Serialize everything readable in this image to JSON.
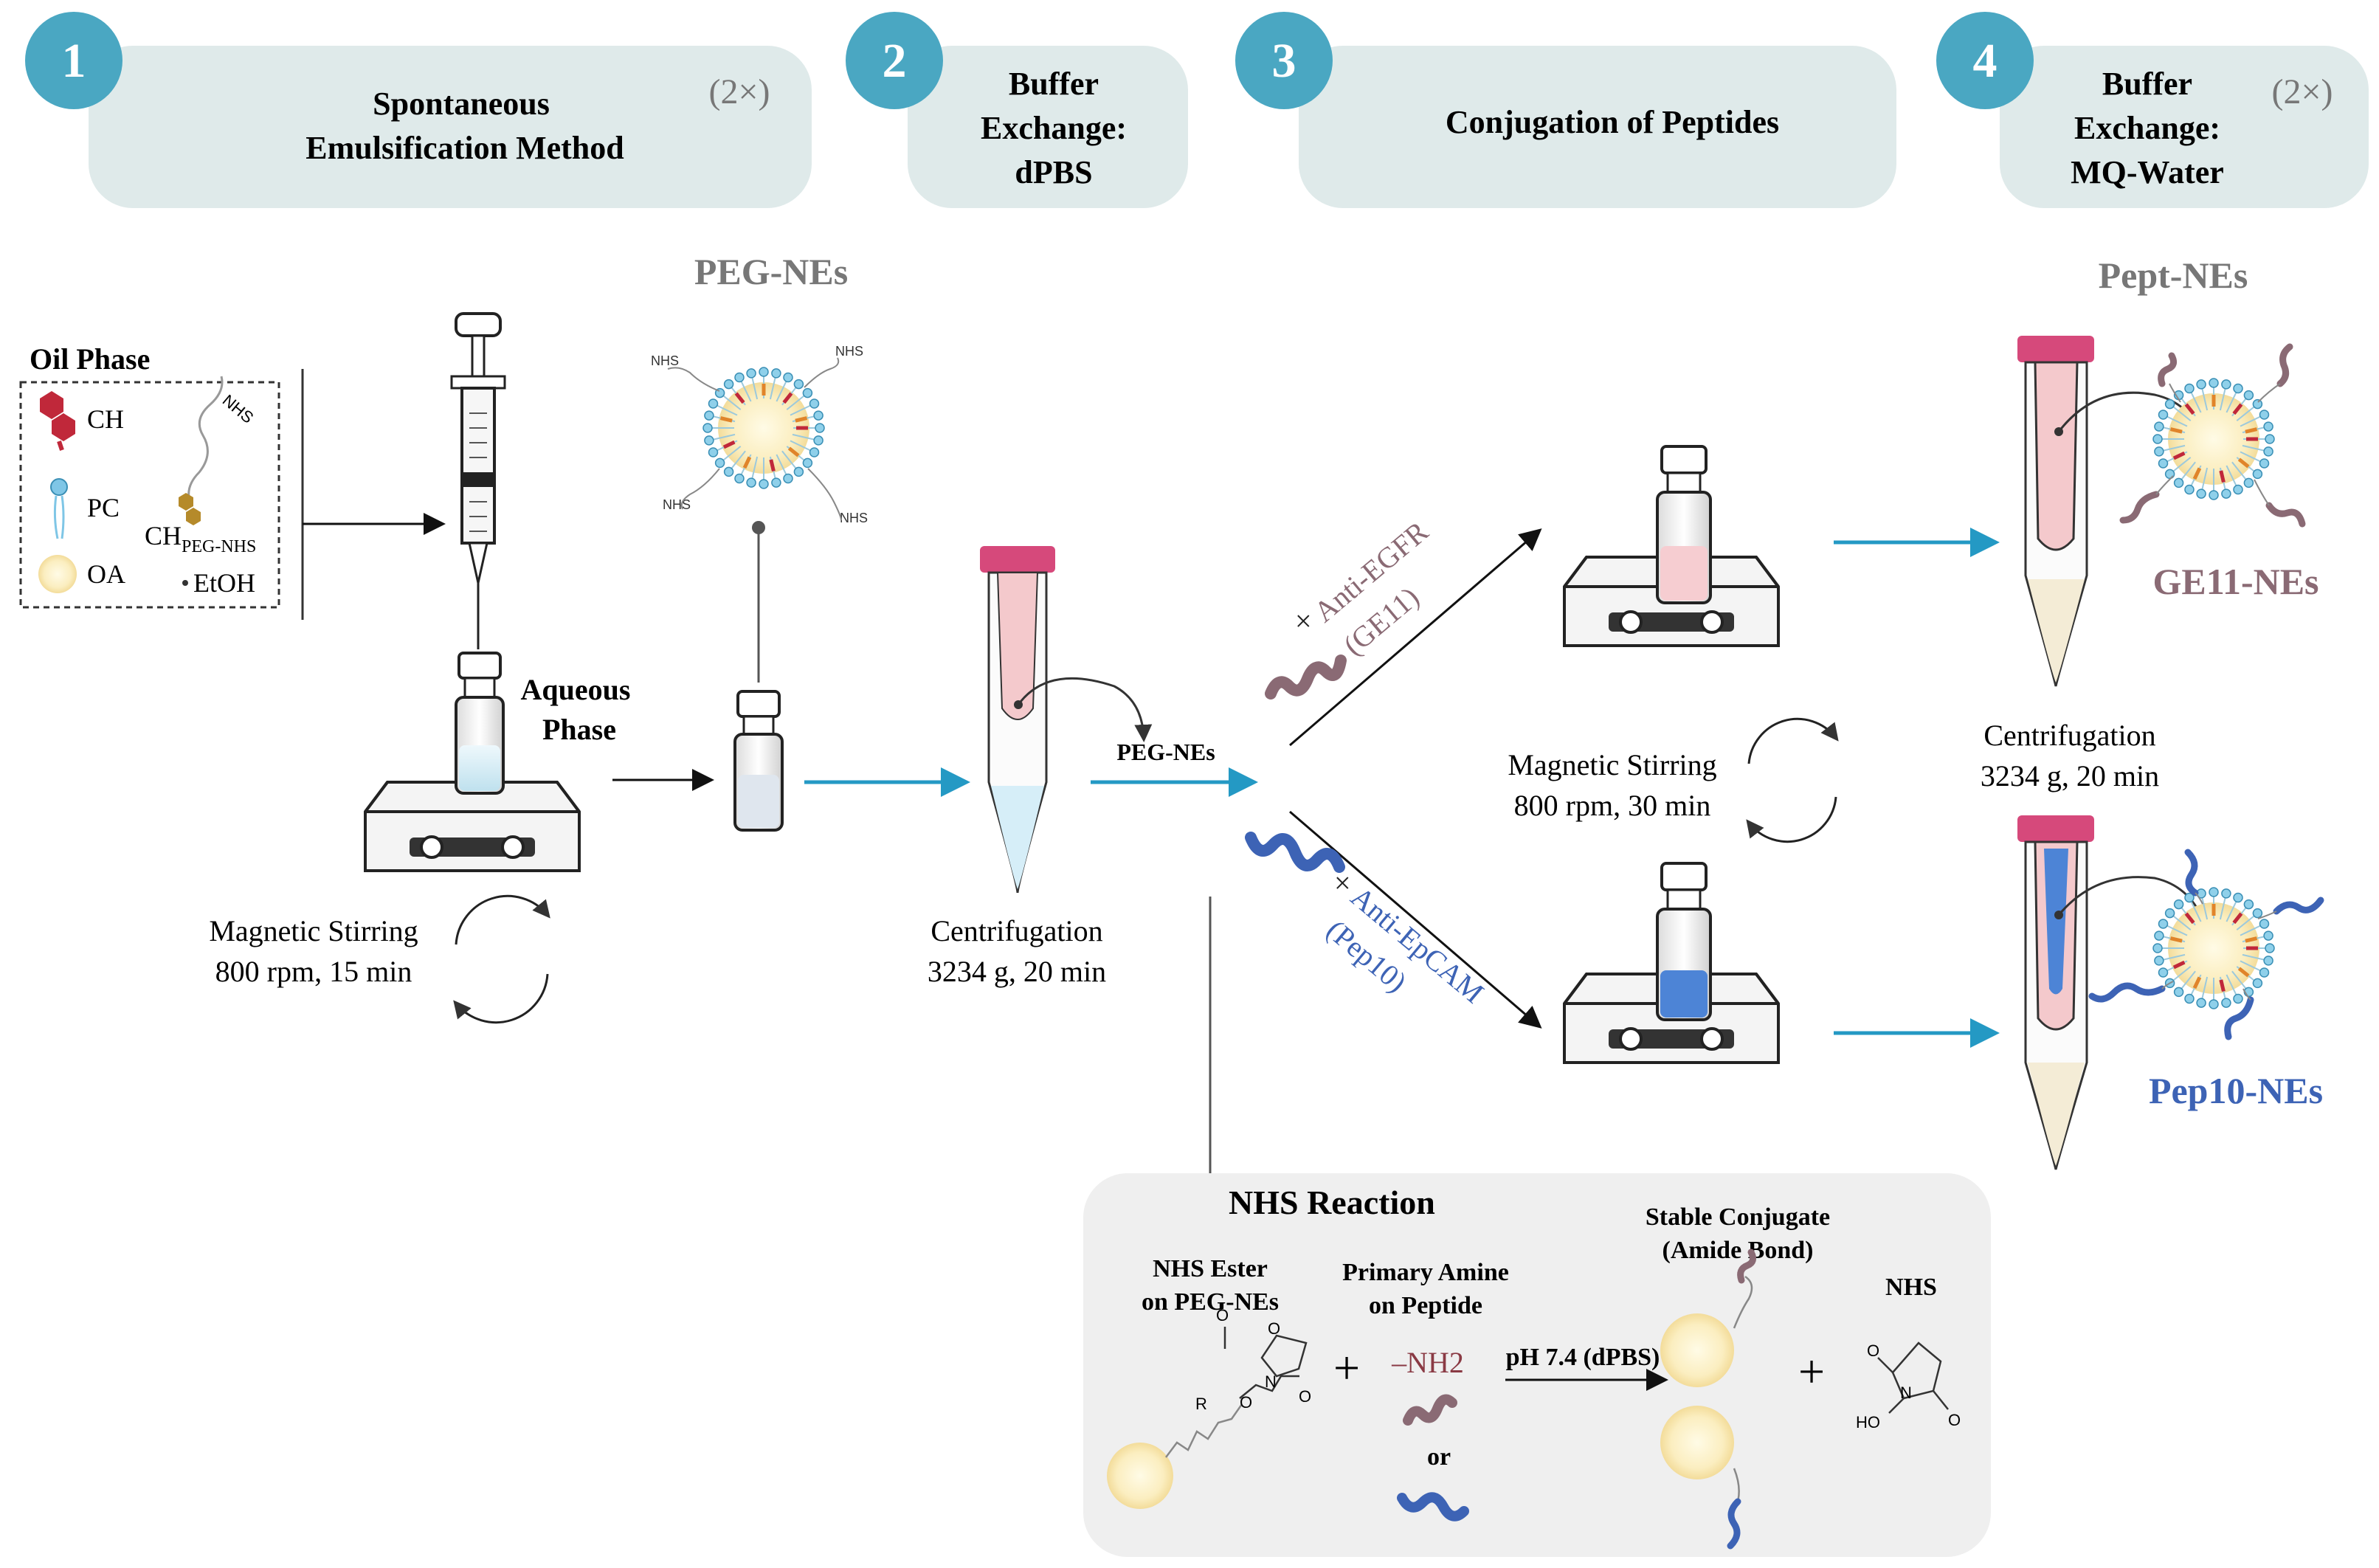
{
  "colors": {
    "badge": "#4aa7c2",
    "step_box": "#dfeaea",
    "flow_arrow": "#2499c4",
    "ge11": "#8a6a74",
    "pep10": "#3d63b5",
    "tube_cap": "#d6497b",
    "nhs_panel": "#efefef"
  },
  "steps": [
    {
      "number": "1",
      "line1": "Spontaneous",
      "line2": "Emulsification Method",
      "repeat": "(2×)"
    },
    {
      "number": "2",
      "line1": "Buffer",
      "line2": "Exchange:",
      "line3": "dPBS"
    },
    {
      "number": "3",
      "line1": "Conjugation of Peptides"
    },
    {
      "number": "4",
      "line1": "Buffer",
      "line2": "Exchange:",
      "line3": "MQ-Water",
      "repeat": "(2×)"
    }
  ],
  "oil_phase": {
    "title": "Oil Phase",
    "ch": "CH",
    "pc": "PC",
    "oa": "OA",
    "ch_peg_main": "CH",
    "ch_peg_sub": "PEG-NHS",
    "etoh": "EtOH",
    "nhs_tag": "NHS"
  },
  "aqueous_phase": {
    "line1": "Aqueous",
    "line2": "Phase"
  },
  "stirring1": {
    "line1": "Magnetic Stirring",
    "line2": "800 rpm, 15 min"
  },
  "peg_nes_title": "PEG-NEs",
  "nhs_small": "NHS",
  "centrifugation1": {
    "line1": "Centrifugation",
    "line2": "3234 g, 20 min"
  },
  "peg_nes_arrow_label": "PEG-NEs",
  "branch_ge11": {
    "times": "×",
    "line1": "Anti-EGFR",
    "line2": "(GE11)"
  },
  "branch_pep10": {
    "times": "×",
    "line1": "Anti-EpCAM",
    "line2": "(Pep10)"
  },
  "stirring2": {
    "line1": "Magnetic Stirring",
    "line2": "800 rpm, 30 min"
  },
  "pept_nes_title": "Pept-NEs",
  "centrifugation2": {
    "line1": "Centrifugation",
    "line2": "3234 g, 20 min"
  },
  "ge11_nes": "GE11-NEs",
  "pep10_nes": "Pep10-NEs",
  "nhs_reaction": {
    "title": "NHS Reaction",
    "ester_line1": "NHS Ester",
    "ester_line2": "on PEG-NEs",
    "amine_line1": "Primary Amine",
    "amine_line2": "on Peptide",
    "nh2": "–NH2",
    "or": "or",
    "condition": "pH 7.4 (dPBS)",
    "product_line1": "Stable Conjugate",
    "product_line2": "(Amide Bond)",
    "byproduct": "NHS",
    "plus": "+",
    "atom_o": "O",
    "atom_n": "N",
    "atom_r": "R",
    "atom_ho": "HO"
  }
}
